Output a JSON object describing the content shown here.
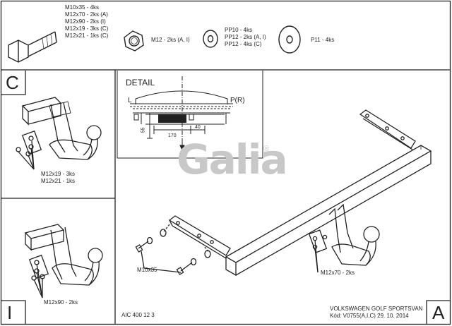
{
  "parts": {
    "bolt_specs": [
      "M10x35 - 4ks",
      "M12x70 - 2ks (A)",
      "M12x90 - 2ks (I)",
      "M12x19 - 3ks (C)",
      "M12x21 - 1ks (C)"
    ],
    "nut_spec": "M12 - 2ks (A, I)",
    "washer_specs": [
      "PP10 - 4ks",
      "PP12 - 2ks (A, I)",
      "PP12 - 4ks (C)"
    ],
    "large_washer_spec": "P11 - 4ks"
  },
  "panel_c": {
    "letter": "C",
    "labels": [
      "M12x19 - 3ks",
      "M12x21 - 1ks"
    ]
  },
  "panel_i": {
    "letter": "I",
    "label": "M12x90 - 2ks"
  },
  "detail": {
    "title": "DETAIL",
    "left_side": "L",
    "right_side": "P(R)",
    "dim_width": "170",
    "dim_offset": "40",
    "dim_height": "55"
  },
  "watermark": {
    "brand": "Galia",
    "mark": "®"
  },
  "main": {
    "bolt_label": "M10x35",
    "hitch_bolt_label": "M12x70 - 2ks",
    "doc_code": "AIC 400 12 3",
    "vehicle": "VOLKSWAGEN GOLF SPORTSVAN",
    "code_line": "Kód: V0755(A,I,C)  29. 10. 2014",
    "letter": "A"
  }
}
